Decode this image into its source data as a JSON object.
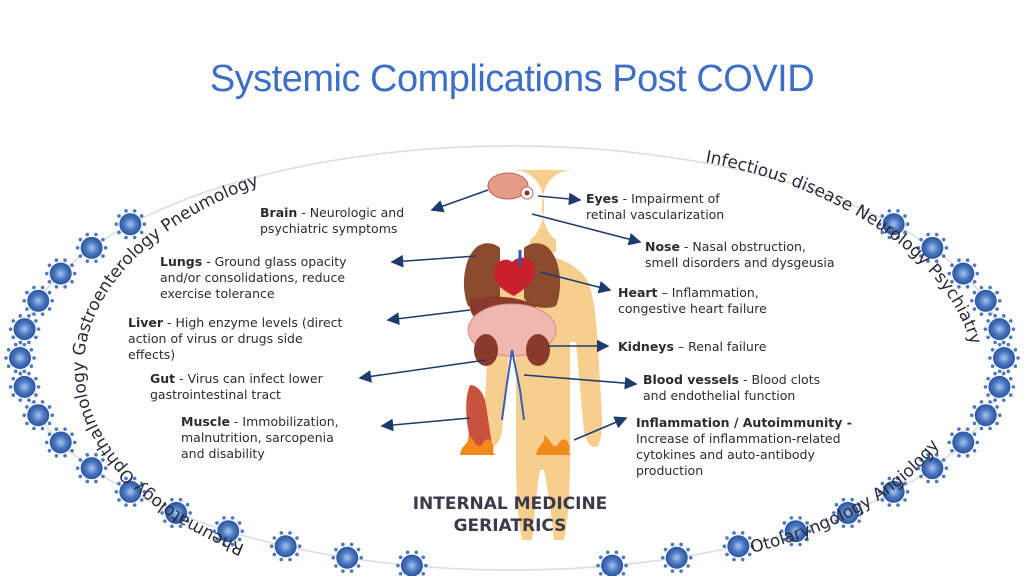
{
  "title": "Systemic Complications Post COVID",
  "specialties": {
    "left_arc": "Rheumatology Ophthalmology Gastroenterology Pneumology",
    "right_top_arc": "Infectious disease Neurology Psychiatry",
    "right_bottom_arc": "Otolaryngology Angiology"
  },
  "footer": {
    "line1": "INTERNAL MEDICINE",
    "line2": "GERIATRICS"
  },
  "organs": {
    "brain": {
      "name": "Brain",
      "desc1": " - Neurologic and",
      "desc2": "psychiatric symptoms"
    },
    "lungs": {
      "name": "Lungs",
      "desc1": " - Ground glass opacity",
      "desc2": "and/or consolidations, reduce",
      "desc3": "exercise tolerance"
    },
    "liver": {
      "name": "Liver",
      "desc1": " - High enzyme levels (direct",
      "desc2": "action of virus or drugs side",
      "desc3": "effects)"
    },
    "gut": {
      "name": "Gut",
      "desc1": " - Virus can infect lower",
      "desc2": "gastrointestinal tract"
    },
    "muscle": {
      "name": "Muscle",
      "desc1": " - Immobilization,",
      "desc2": "malnutrition, sarcopenia",
      "desc3": "and disability"
    },
    "eyes": {
      "name": "Eyes",
      "desc1": " - Impairment of",
      "desc2": "retinal vascularization"
    },
    "nose": {
      "name": "Nose",
      "desc1": " - Nasal obstruction,",
      "desc2": "smell disorders and dysgeusia"
    },
    "heart": {
      "name": "Heart",
      "desc1": " – Inflammation,",
      "desc2": "congestive heart failure"
    },
    "kidneys": {
      "name": "Kidneys",
      "desc1": " – Renal failure"
    },
    "blood_vessels": {
      "name": "Blood vessels",
      "desc1": " - Blood clots",
      "desc2": "and endothelial function"
    },
    "inflammation": {
      "name": "Inflammation / Autoimmunity -",
      "desc1": "Increase of inflammation-related",
      "desc2": "cytokines and auto-antibody",
      "desc3": "production"
    }
  },
  "colors": {
    "title": "#3d6fc4",
    "body": "#f6cf8e",
    "virus": "#4a78c2",
    "arrow": "#1f3b6e"
  }
}
